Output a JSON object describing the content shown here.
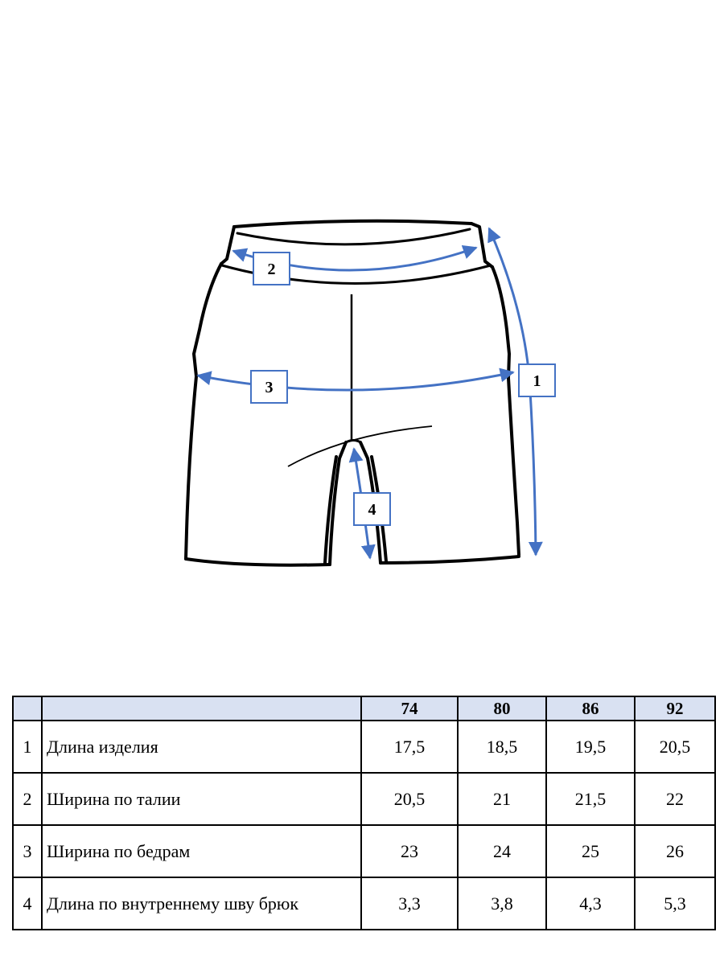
{
  "diagram": {
    "callouts": [
      {
        "id": "1",
        "label": "1"
      },
      {
        "id": "2",
        "label": "2"
      },
      {
        "id": "3",
        "label": "3"
      },
      {
        "id": "4",
        "label": "4"
      }
    ]
  },
  "table": {
    "headers": [
      "",
      "",
      "74",
      "80",
      "86",
      "92"
    ],
    "rows": [
      {
        "num": "1",
        "name": "Длина изделия",
        "values": [
          "17,5",
          "18,5",
          "19,5",
          "20,5"
        ]
      },
      {
        "num": "2",
        "name": "Ширина по талии",
        "values": [
          "20,5",
          "21",
          "21,5",
          "22"
        ]
      },
      {
        "num": "3",
        "name": "Ширина по бедрам",
        "values": [
          "23",
          "24",
          "25",
          "26"
        ]
      },
      {
        "num": "4",
        "name": "Длина по внутреннему шву брюк",
        "values": [
          "3,3",
          "3,8",
          "4,3",
          "5,3"
        ]
      }
    ]
  },
  "colors": {
    "arrow": "#4472c4",
    "header_bg": "#d9e1f2",
    "outline": "#000000"
  }
}
